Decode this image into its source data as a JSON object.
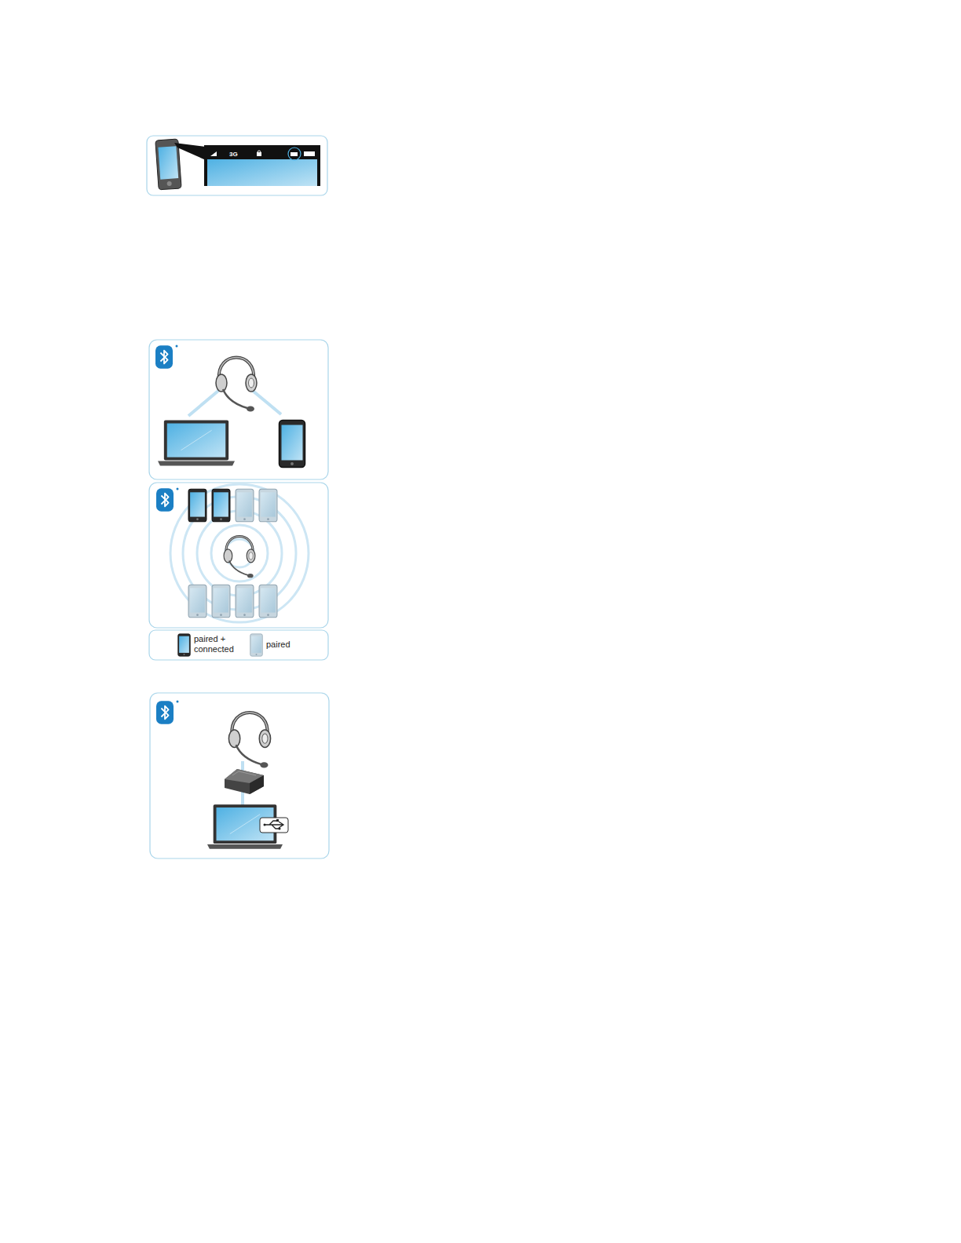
{
  "diagram": {
    "labels": [
      "3G"
    ],
    "legend": [
      {
        "text": "paired + connected"
      },
      {
        "text": "paired"
      }
    ]
  }
}
